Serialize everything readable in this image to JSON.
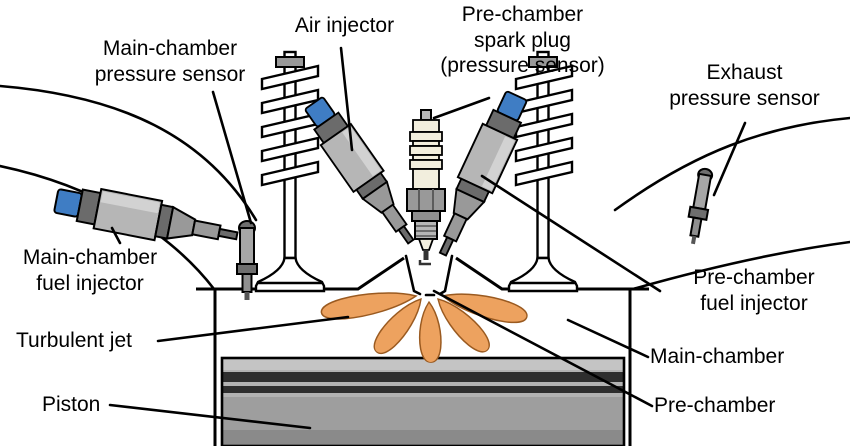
{
  "diagram": {
    "labels": {
      "main_chamber_pressure_sensor": "Main-chamber\npressure sensor",
      "air_injector": "Air injector",
      "pre_chamber_spark_plug": "Pre-chamber\nspark plug\n(pressure sensor)",
      "exhaust_pressure_sensor": "Exhaust\npressure sensor",
      "main_chamber_fuel_injector": "Main-chamber\nfuel injector",
      "turbulent_jet": "Turbulent jet",
      "piston": "Piston",
      "pre_chamber_fuel_injector": "Pre-chamber\nfuel injector",
      "main_chamber": "Main-chamber",
      "pre_chamber": "Pre-chamber"
    },
    "colors": {
      "background": "#ffffff",
      "outline": "#000000",
      "jet_fill": "#eda25f",
      "jet_outline": "#9a5a20",
      "connector_blue": "#3f7dc4",
      "metal_light": "#b6b6b6",
      "metal_mid": "#999999",
      "metal_dark": "#6b6b6b",
      "ceramic": "#f2eedd",
      "piston_body": "#b2b2b2",
      "piston_ring": "#2e2e2e"
    }
  }
}
